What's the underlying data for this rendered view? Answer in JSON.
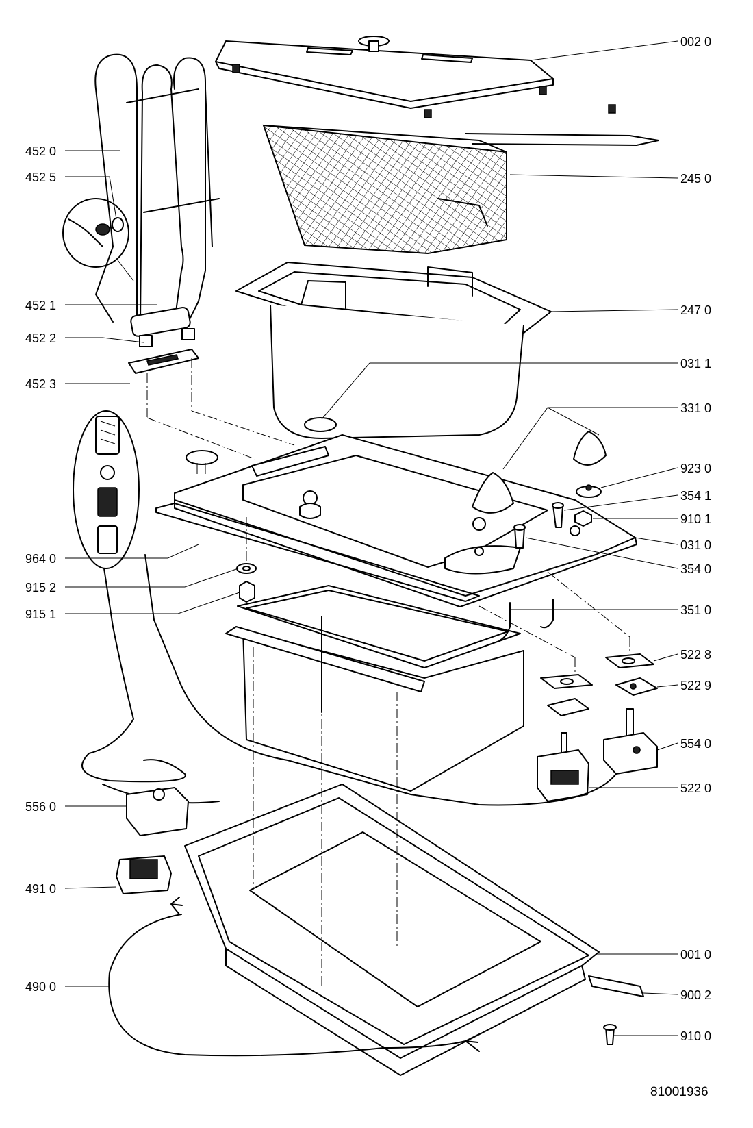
{
  "callouts": [
    {
      "id": "lid",
      "label": "002 0"
    },
    {
      "id": "basket",
      "label": "245 0"
    },
    {
      "id": "oil-pan",
      "label": "247 0"
    },
    {
      "id": "cap-a",
      "label": "031 1"
    },
    {
      "id": "knobs",
      "label": "331 0"
    },
    {
      "id": "knob-washer",
      "label": "923 0"
    },
    {
      "id": "lamp-a",
      "label": "354 1"
    },
    {
      "id": "nut-a",
      "label": "910 1"
    },
    {
      "id": "top-frame",
      "label": "031 0"
    },
    {
      "id": "lamp-b",
      "label": "354 0"
    },
    {
      "id": "wires",
      "label": "351 0"
    },
    {
      "id": "gasket-a",
      "label": "522 8"
    },
    {
      "id": "bracket-a",
      "label": "522 9"
    },
    {
      "id": "thermostat-a",
      "label": "554 0"
    },
    {
      "id": "switch",
      "label": "522 0"
    },
    {
      "id": "base",
      "label": "001 0"
    },
    {
      "id": "clip",
      "label": "900 2"
    },
    {
      "id": "screw",
      "label": "910 0"
    },
    {
      "id": "heater",
      "label": "452 0"
    },
    {
      "id": "heater-bolt",
      "label": "452 5"
    },
    {
      "id": "heater-head",
      "label": "452 1"
    },
    {
      "id": "heater-lead",
      "label": "452 2"
    },
    {
      "id": "heater-plate",
      "label": "452 3"
    },
    {
      "id": "seal",
      "label": "964 0"
    },
    {
      "id": "washer",
      "label": "915 2"
    },
    {
      "id": "nut-b",
      "label": "915 1"
    },
    {
      "id": "thermostat-b",
      "label": "556 0"
    },
    {
      "id": "terminal",
      "label": "491 0"
    },
    {
      "id": "cord",
      "label": "490 0"
    }
  ],
  "document_code": "81001936"
}
